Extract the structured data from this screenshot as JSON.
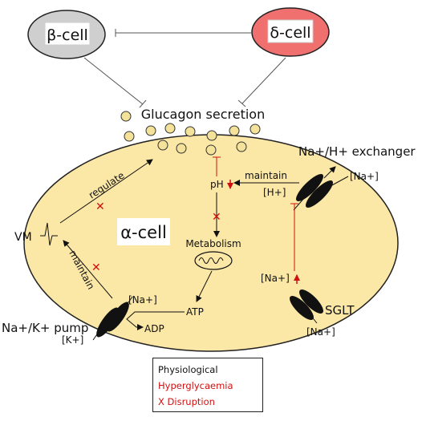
{
  "nodes": {
    "beta_cell": "β-cell",
    "delta_cell": "δ-cell",
    "alpha_cell": "α-cell",
    "glucagon_secretion": "Glucagon secretion",
    "nhe": "Na+/H+ exchanger",
    "nak_pump": "Na+/K+ pump",
    "sglt": "SGLT",
    "vm": "VM",
    "metabolism": "Metabolism",
    "atp": "ATP",
    "adp": "ADP",
    "ph": "pH"
  },
  "ions": {
    "na_nhe_out": "[Na+]",
    "h_nhe_in": "[H+]",
    "na_sglt_in": "[Na+]",
    "na_sglt_out": "[Na+]",
    "na_pump_in": "[Na+]",
    "k_pump_out": "[K+]"
  },
  "edges": {
    "regulate": "regulate",
    "maintain_nhe": "maintain",
    "maintain_pump": "maintain"
  },
  "legend": {
    "physiological": "Physiological",
    "hyperglycaemia": "Hyperglycaemia",
    "disruption": "X Disruption"
  },
  "colors": {
    "alpha_fill": "#fbe7a6",
    "beta_fill": "#cfcfcf",
    "delta_fill": "#f07070",
    "granule": "#f4e29a",
    "red": "#d01010",
    "black": "#111111"
  }
}
